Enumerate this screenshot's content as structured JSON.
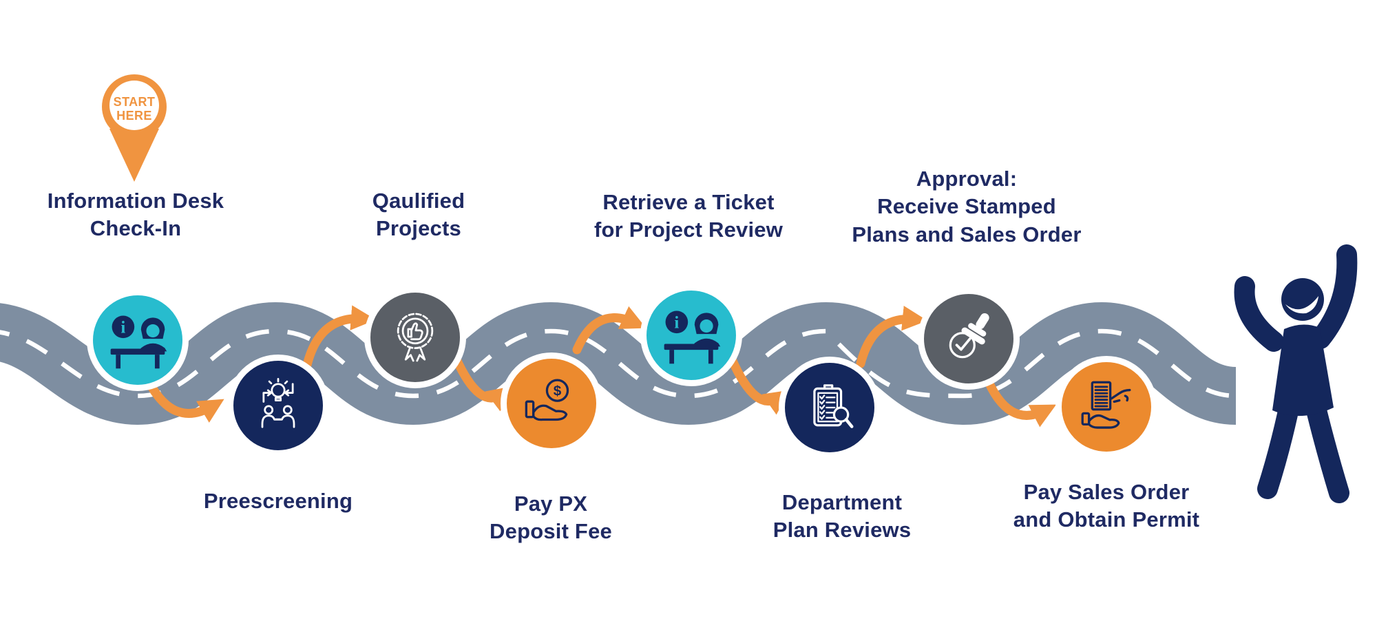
{
  "marker": {
    "text": "START\nHERE"
  },
  "steps": [
    {
      "label": "Information Desk\nCheck-In",
      "icon": "information-desk",
      "color": "teal",
      "row": "top"
    },
    {
      "label": "Preescreening",
      "icon": "collaboration-idea",
      "color": "navy",
      "row": "bottom"
    },
    {
      "label": "Qaulified\nProjects",
      "icon": "award-thumbs-up",
      "color": "gray",
      "row": "top"
    },
    {
      "label": "Pay PX\nDeposit Fee",
      "icon": "hand-holding-coin",
      "color": "orange",
      "row": "bottom"
    },
    {
      "label": "Retrieve a Ticket\nfor Project Review",
      "icon": "information-desk",
      "color": "teal",
      "row": "top"
    },
    {
      "label": "Department\nPlan Reviews",
      "icon": "checklist-magnifier",
      "color": "navy",
      "row": "bottom"
    },
    {
      "label": "Approval:\nReceive Stamped\nPlans and Sales Order",
      "icon": "approval-stamp",
      "color": "gray",
      "row": "top"
    },
    {
      "label": "Pay Sales Order\nand Obtain Permit",
      "icon": "document-in-hand",
      "color": "orange",
      "row": "bottom"
    }
  ],
  "icon_glyphs": {
    "info": "i",
    "dollar": "$"
  },
  "figure": "celebrating-person",
  "colors": {
    "teal": "#27BCCE",
    "navy": "#14275C",
    "gray": "#5A5F66",
    "orange_circle": "#EC8A2E",
    "orange_arrow": "#F09440",
    "road": "#7E8EA1",
    "road_dash": "#FFFFFF",
    "label_text": "#1F2A63"
  }
}
